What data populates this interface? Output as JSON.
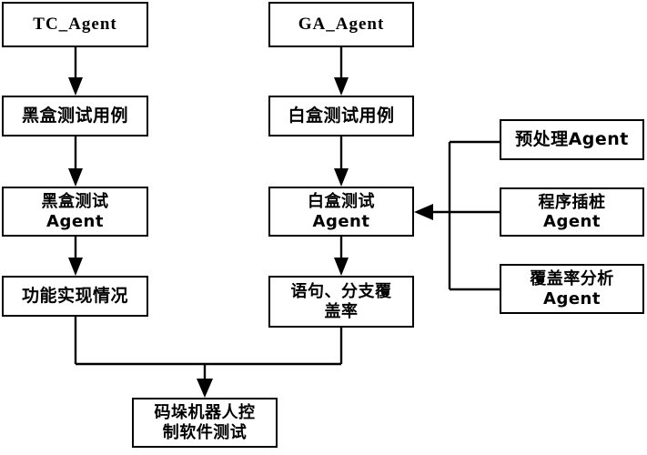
{
  "diagram": {
    "title": "Agent-based testing flowchart",
    "line_color": "#000000",
    "box_fill": "#ffffff",
    "nodes": [
      {
        "id": "tc_agent",
        "label": "TC_Agent",
        "script": "latin"
      },
      {
        "id": "ga_agent",
        "label": "GA_Agent",
        "script": "latin"
      },
      {
        "id": "blackbox_cases",
        "label": "黑盒测试用例",
        "script": "cjk"
      },
      {
        "id": "whitebox_cases",
        "label": "白盒测试用例",
        "script": "cjk"
      },
      {
        "id": "blackbox_agent",
        "label": "黑盒测试\nAgent",
        "script": "cjk"
      },
      {
        "id": "whitebox_agent",
        "label": "白盒测试\nAgent",
        "script": "cjk"
      },
      {
        "id": "function_result",
        "label": "功能实现情况",
        "script": "cjk"
      },
      {
        "id": "coverage_result",
        "label": "语句、分支覆\n盖率",
        "script": "cjk"
      },
      {
        "id": "preprocess",
        "label": "预处理Agent",
        "script": "cjk"
      },
      {
        "id": "instrument",
        "label": "程序插桩\nAgent",
        "script": "cjk"
      },
      {
        "id": "coverage_agent",
        "label": "覆盖率分析\nAgent",
        "script": "cjk"
      },
      {
        "id": "final_test",
        "label": "码垛机器人控\n制软件测试",
        "script": "cjk"
      }
    ],
    "edges": [
      {
        "from": "tc_agent",
        "to": "blackbox_cases",
        "kind": "arrow-down"
      },
      {
        "from": "blackbox_cases",
        "to": "blackbox_agent",
        "kind": "arrow-down"
      },
      {
        "from": "blackbox_agent",
        "to": "function_result",
        "kind": "arrow-down"
      },
      {
        "from": "ga_agent",
        "to": "whitebox_cases",
        "kind": "arrow-down"
      },
      {
        "from": "whitebox_cases",
        "to": "whitebox_agent",
        "kind": "arrow-down"
      },
      {
        "from": "whitebox_agent",
        "to": "coverage_result",
        "kind": "arrow-down"
      },
      {
        "from": "preprocess",
        "to": "whitebox_agent",
        "kind": "bus-left-arrow"
      },
      {
        "from": "instrument",
        "to": "whitebox_agent",
        "kind": "bus-left-arrow"
      },
      {
        "from": "coverage_agent",
        "to": "whitebox_agent",
        "kind": "bus-left-arrow"
      },
      {
        "from": "function_result",
        "to": "final_test",
        "kind": "merge-down-arrow"
      },
      {
        "from": "coverage_result",
        "to": "final_test",
        "kind": "merge-down-arrow"
      }
    ]
  }
}
